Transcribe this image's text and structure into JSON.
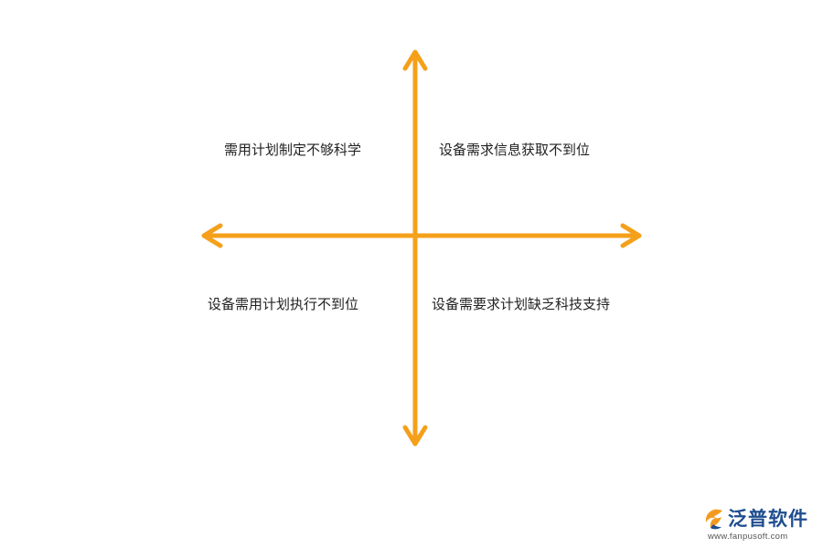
{
  "diagram": {
    "quadrants": {
      "top_left": "需用计划制定不够科学",
      "top_right": "设备需求信息获取不到位",
      "bottom_left": "设备需用计划执行不到位",
      "bottom_right": "设备需要求计划缺乏科技支持"
    },
    "axis_color": "#F5A01A"
  },
  "branding": {
    "name": "泛普软件",
    "url": "www.fanpusoft.com",
    "mark_icon": "fanpu-logo-icon",
    "brand_color": "#1F4D8F",
    "accent_color": "#F39A1E"
  }
}
